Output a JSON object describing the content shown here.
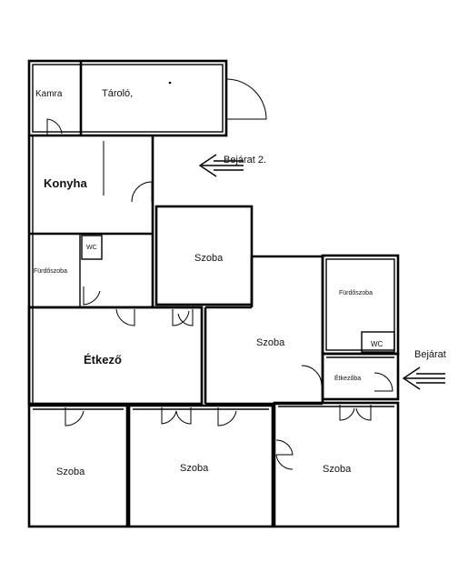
{
  "rooms": {
    "kamra": "Kamra",
    "tarolo": "Tároló,",
    "konyha": "Konyha",
    "wc1": "WC",
    "furdoszoba1": "Fürdőszoba",
    "szoba_mid": "Szoba",
    "szoba_center": "Szoba",
    "furdoszoba2": "Fürdőszoba",
    "wc2": "WC",
    "etkezo_small": "Étkezőba",
    "etkezo": "Étkező",
    "szoba_bl": "Szoba",
    "szoba_bm": "Szoba",
    "szoba_br": "Szoba"
  },
  "entrances": {
    "bejarat2": "Bejárat 2.",
    "bejarat": "Bejárat"
  },
  "icons": {
    "entrance_arrow": "arrow-left-icon"
  }
}
